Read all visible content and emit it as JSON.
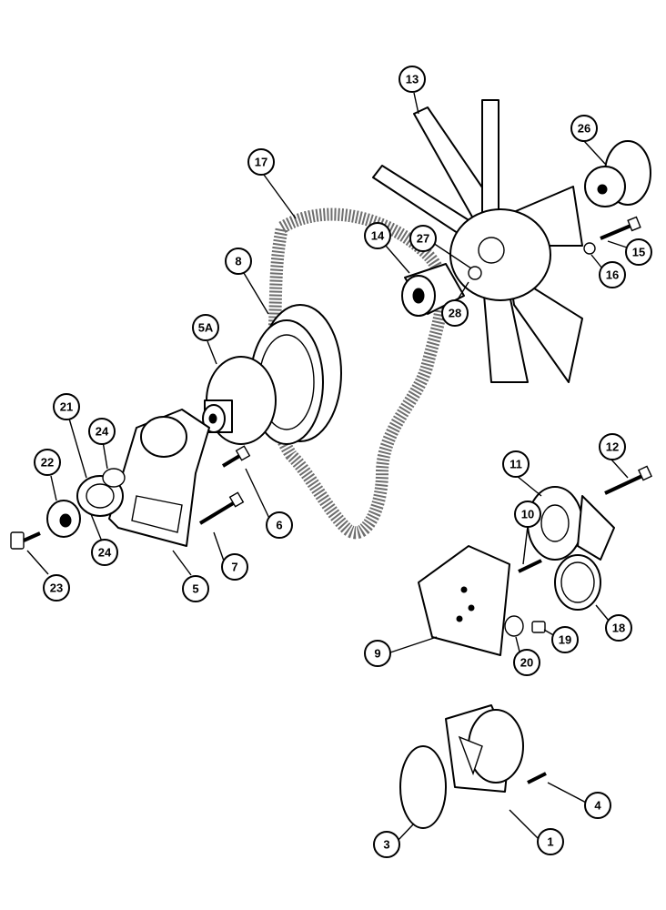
{
  "callouts": [
    {
      "id": "c1",
      "label": "1"
    },
    {
      "id": "c3",
      "label": "3"
    },
    {
      "id": "c4",
      "label": "4"
    },
    {
      "id": "c5",
      "label": "5"
    },
    {
      "id": "c5a",
      "label": "5A"
    },
    {
      "id": "c6",
      "label": "6"
    },
    {
      "id": "c7",
      "label": "7"
    },
    {
      "id": "c8",
      "label": "8"
    },
    {
      "id": "c9",
      "label": "9"
    },
    {
      "id": "c10",
      "label": "10"
    },
    {
      "id": "c11",
      "label": "11"
    },
    {
      "id": "c12",
      "label": "12"
    },
    {
      "id": "c13",
      "label": "13"
    },
    {
      "id": "c14",
      "label": "14"
    },
    {
      "id": "c15",
      "label": "15"
    },
    {
      "id": "c16",
      "label": "16"
    },
    {
      "id": "c17",
      "label": "17"
    },
    {
      "id": "c18",
      "label": "18"
    },
    {
      "id": "c19",
      "label": "19"
    },
    {
      "id": "c20",
      "label": "20"
    },
    {
      "id": "c21",
      "label": "21"
    },
    {
      "id": "c22",
      "label": "22"
    },
    {
      "id": "c23",
      "label": "23"
    },
    {
      "id": "c24a",
      "label": "24"
    },
    {
      "id": "c24b",
      "label": "24"
    },
    {
      "id": "c26",
      "label": "26"
    },
    {
      "id": "c27",
      "label": "27"
    },
    {
      "id": "c28",
      "label": "28"
    }
  ]
}
